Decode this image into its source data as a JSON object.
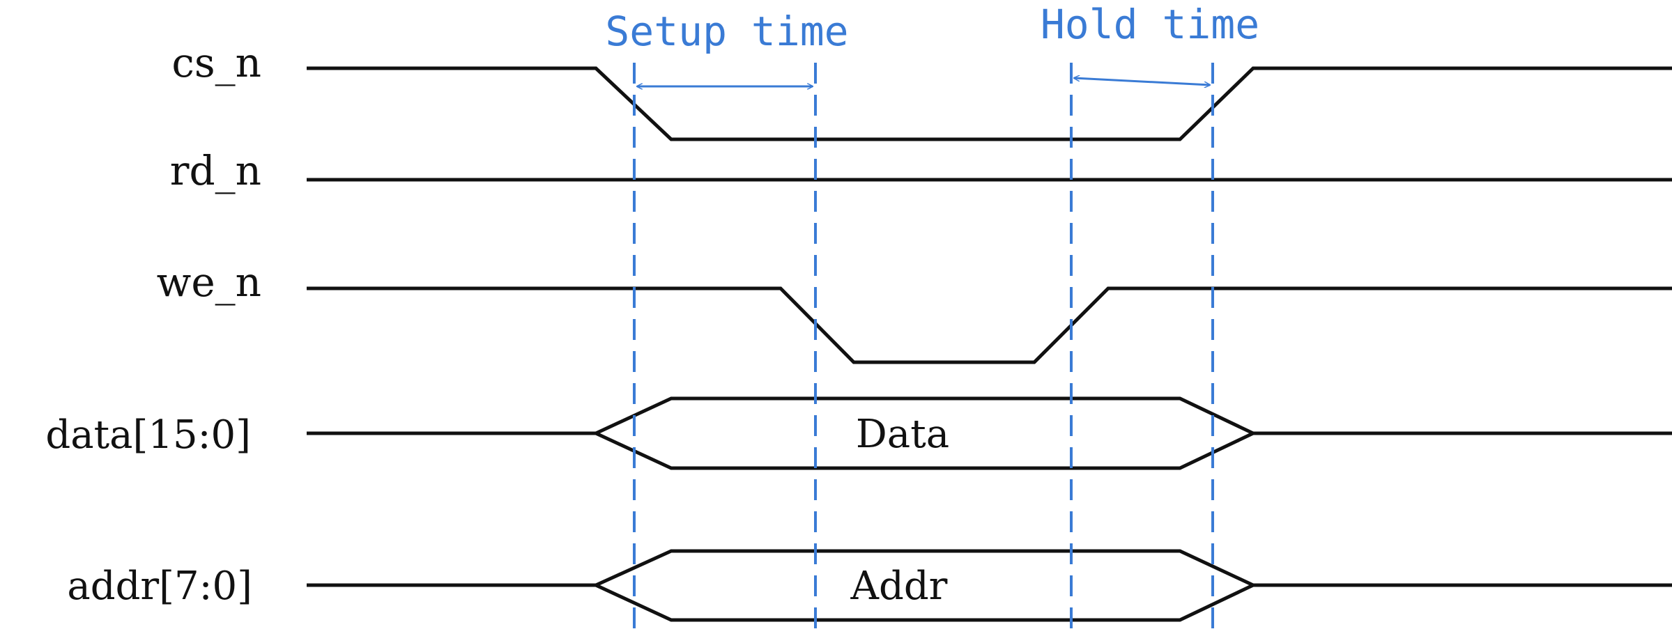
{
  "signals": {
    "cs_n": "cs_n",
    "rd_n": "rd_n",
    "we_n": "we_n",
    "data": "data[15:0]",
    "addr": "addr[7:0]"
  },
  "bus_values": {
    "data": "Data",
    "addr": "Addr"
  },
  "annotations": {
    "setup": "Setup time",
    "hold": "Hold time"
  },
  "colors": {
    "waveform": "#111111",
    "annotation": "#3a7bd5"
  }
}
